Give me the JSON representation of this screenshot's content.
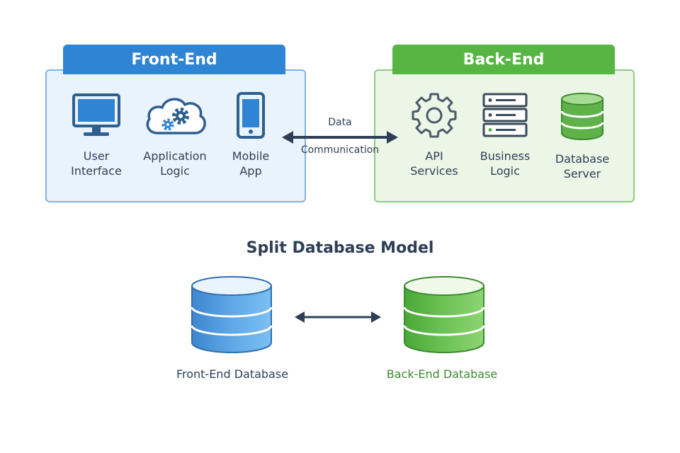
{
  "frontend": {
    "title": "Front-End",
    "items": [
      {
        "label": "User\nInterface",
        "icon": "monitor-icon"
      },
      {
        "label": "Application\nLogic",
        "icon": "cloud-gears-icon"
      },
      {
        "label": "Mobile\nApp",
        "icon": "smartphone-icon"
      }
    ]
  },
  "backend": {
    "title": "Back-End",
    "items": [
      {
        "label": "API\nServices",
        "icon": "gear-icon"
      },
      {
        "label": "Business\nLogic",
        "icon": "server-rack-icon"
      },
      {
        "label": "Database\nServer",
        "icon": "database-icon"
      }
    ]
  },
  "connector": {
    "label_top": "Data",
    "label_bottom": "Communication",
    "icon": "double-arrow-icon"
  },
  "split_model": {
    "title": "Split Database Model",
    "frontend_db_label": "Front-End Database",
    "backend_db_label": "Back-End Database",
    "icon": "double-arrow-icon"
  },
  "colors": {
    "frontend_accent": "#2f84d3",
    "backend_accent": "#57b543",
    "text_dark": "#2e3f55",
    "backend_db_text": "#3c8a2f"
  }
}
